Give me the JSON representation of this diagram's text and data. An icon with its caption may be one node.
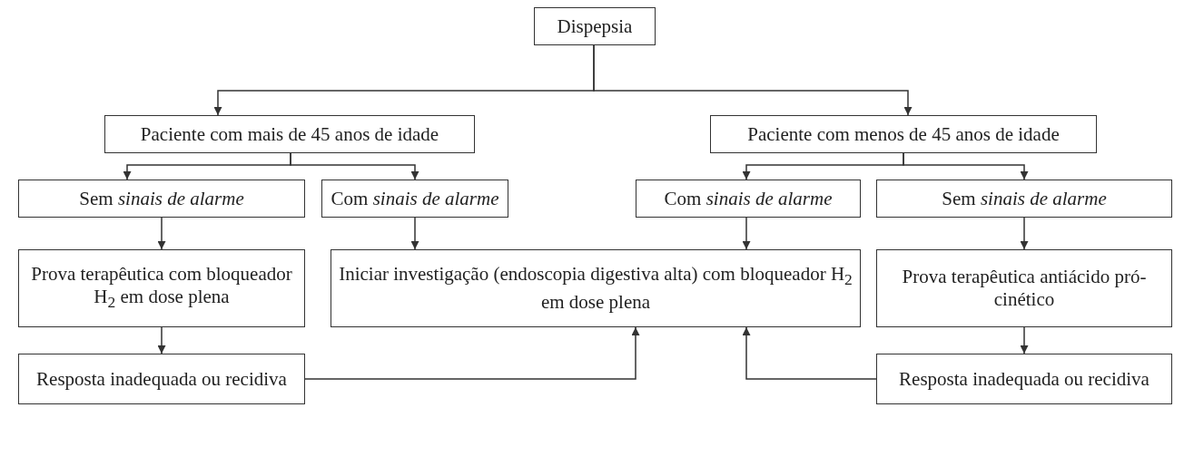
{
  "diagram": {
    "nodes": [
      {
        "text": [
          "Dispepsia"
        ]
      },
      {
        "text": [
          "Paciente com mais de 45 anos de idade"
        ]
      },
      {
        "text": [
          "Paciente com menos de 45 anos de idade"
        ]
      },
      {
        "text": [
          "Sem *sinais de alarme*"
        ]
      },
      {
        "text": [
          "Com *sinais de alarme*"
        ]
      },
      {
        "text": [
          "Com *sinais de alarme*"
        ]
      },
      {
        "text": [
          "Sem *sinais de alarme*"
        ]
      },
      {
        "text": [
          "Prova terapêutica com bloqueador H$_{2}$ em dose plena"
        ]
      },
      {
        "text": [
          "Iniciar investigação (endoscopia digestiva alta) com bloqueador H$_{2}$ em dose plena"
        ]
      },
      {
        "text": [
          "Prova terapêutica antiácido pró-cinético"
        ]
      },
      {
        "text": [
          "Resposta inadequada ou recidiva"
        ]
      },
      {
        "text": [
          "Resposta inadequada ou recidiva"
        ]
      }
    ],
    "edges": [
      {
        "from": 0,
        "to": 1,
        "arrow": "to"
      },
      {
        "from": 0,
        "to": 2,
        "arrow": "to"
      },
      {
        "from": 1,
        "to": 3,
        "arrow": "to"
      },
      {
        "from": 1,
        "to": 4,
        "arrow": "to"
      },
      {
        "from": 2,
        "to": 5,
        "arrow": "to"
      },
      {
        "from": 2,
        "to": 6,
        "arrow": "to"
      },
      {
        "from": 3,
        "to": 7,
        "arrow": "to"
      },
      {
        "from": 4,
        "to": 8,
        "arrow": "to"
      },
      {
        "from": 5,
        "to": 8,
        "arrow": "to"
      },
      {
        "from": 6,
        "to": 9,
        "arrow": "to"
      },
      {
        "from": 7,
        "to": 10,
        "arrow": "to"
      },
      {
        "from": 9,
        "to": 11,
        "arrow": "to"
      },
      {
        "from": 10,
        "to": 8,
        "arrow": "to"
      },
      {
        "from": 11,
        "to": 8,
        "arrow": "to"
      }
    ]
  }
}
